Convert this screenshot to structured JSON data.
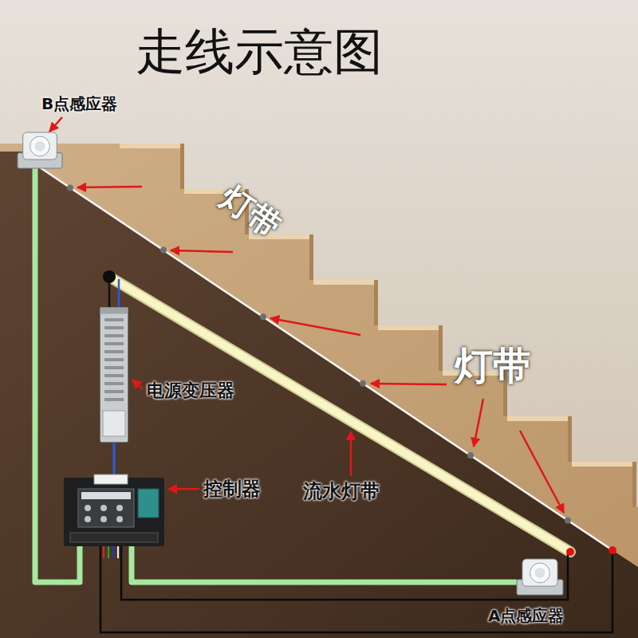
{
  "diagram": {
    "title": "走线示意图",
    "nodes": [
      {
        "text": [
          "B点感应器"
        ]
      },
      {
        "text": [
          "电源变压器"
        ]
      },
      {
        "text": [
          "控制器"
        ]
      },
      {
        "text": [
          "A点感应器"
        ]
      }
    ],
    "edges": [
      {
        "from": 0,
        "to": 2,
        "arrow": "none"
      },
      {
        "from": 1,
        "to": 2,
        "arrow": "none"
      },
      {
        "from": 2,
        "to": 3,
        "arrow": "none"
      }
    ],
    "labels": [
      "灯带",
      "灯带",
      "流水灯带"
    ]
  }
}
